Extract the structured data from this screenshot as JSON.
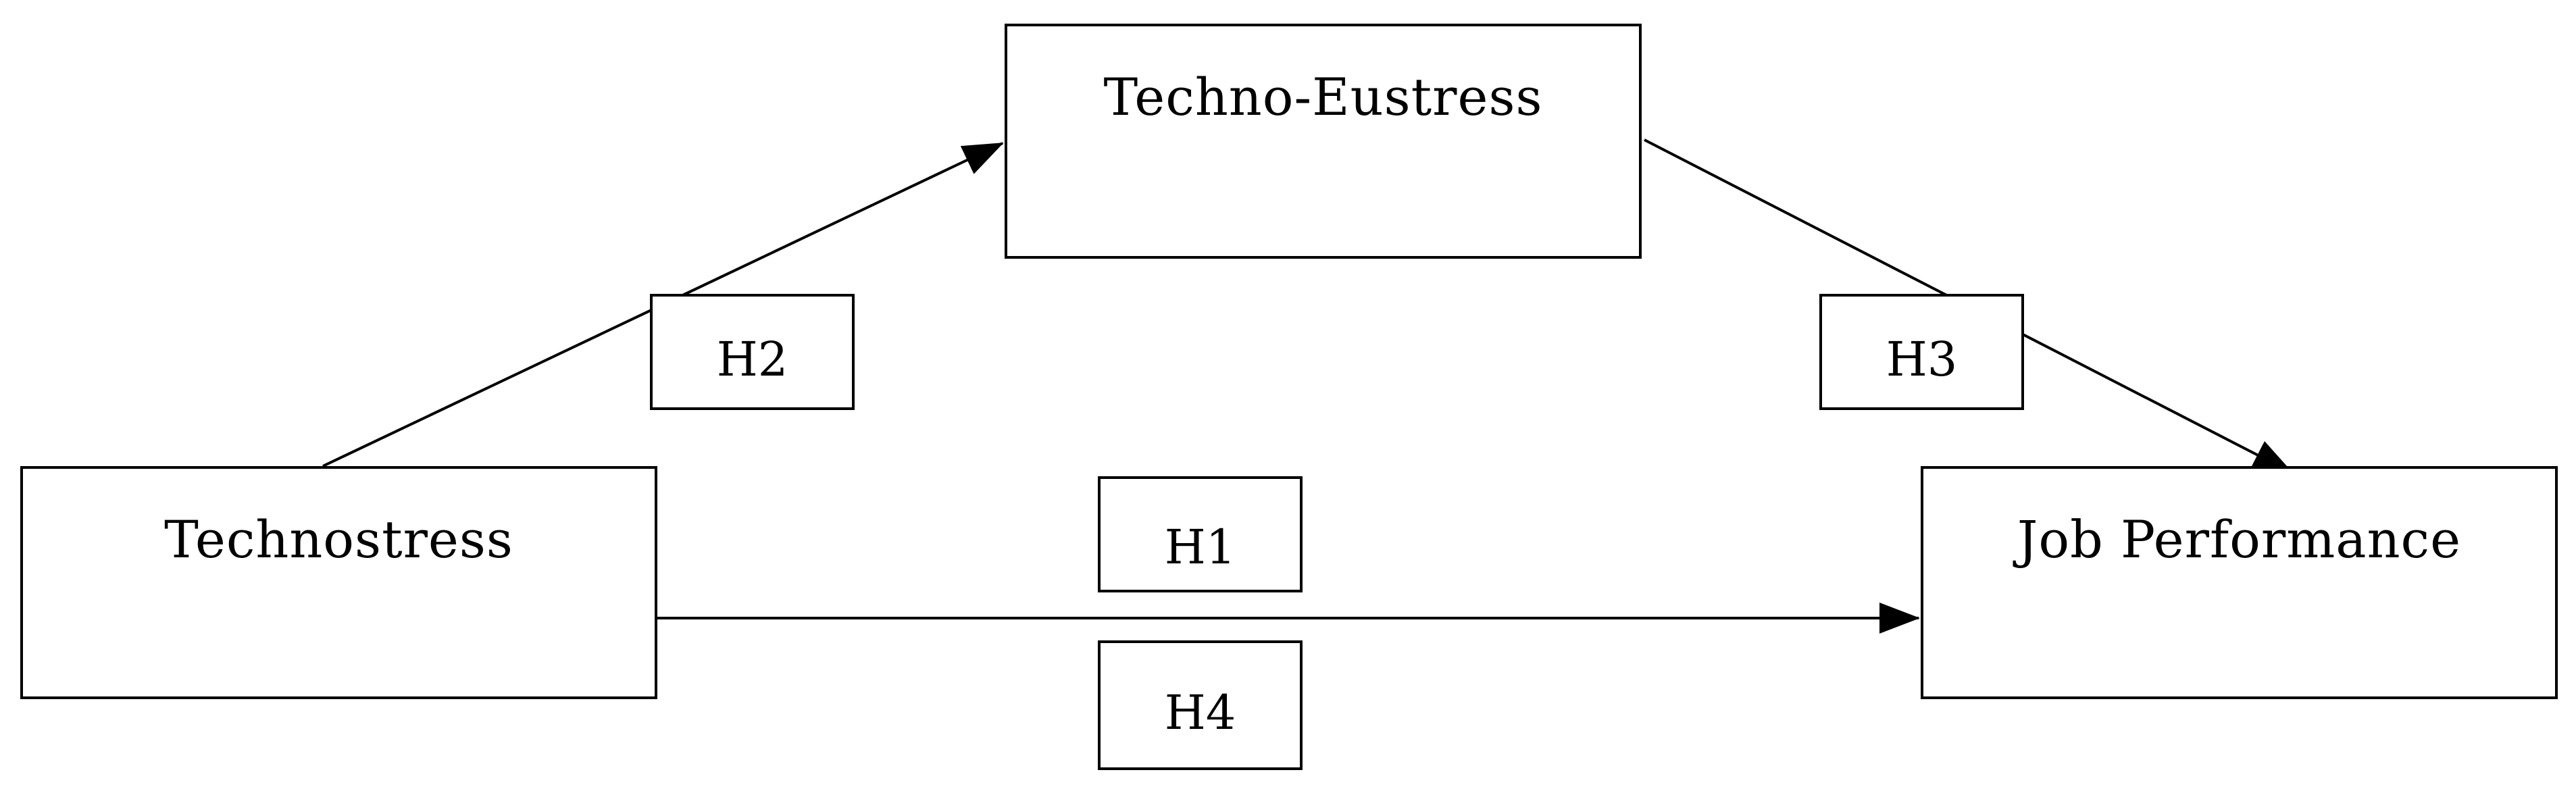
{
  "constructs": {
    "techno_eustress": "Techno-Eustress",
    "technostress": "Technostress",
    "job_performance": "Job Performance"
  },
  "hypotheses": {
    "h1": "H1",
    "h2": "H2",
    "h3": "H3",
    "h4": "H4"
  },
  "colors": {
    "line": "#000000",
    "background": "#ffffff"
  }
}
